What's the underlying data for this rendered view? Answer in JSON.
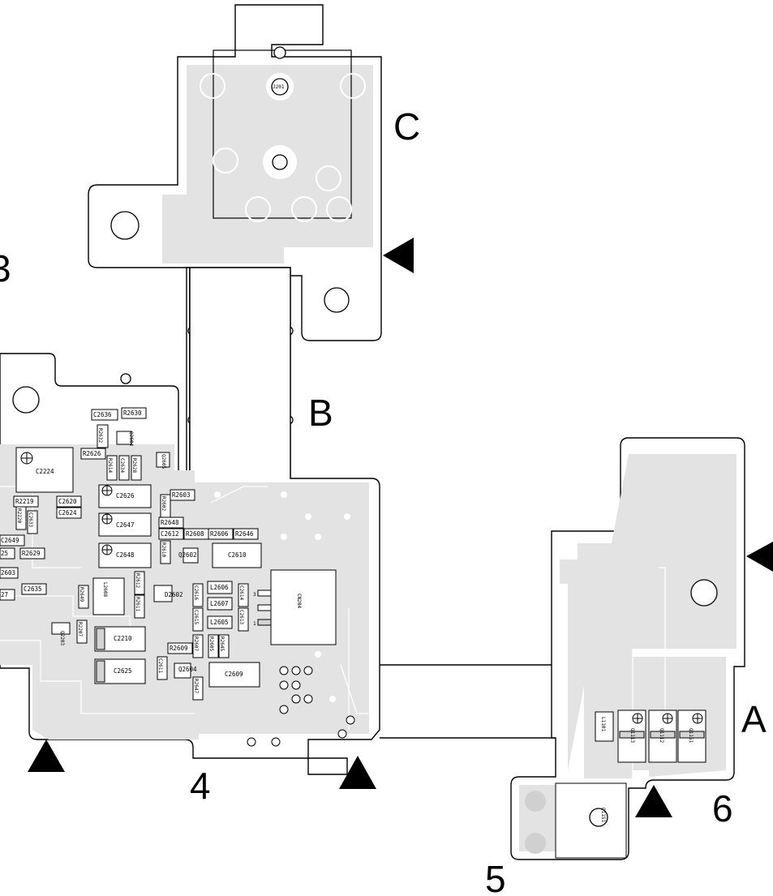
{
  "section_labels": {
    "c": "C",
    "b": "B",
    "a": "A",
    "b_partial": "3",
    "n4": "4",
    "n5": "5",
    "n6": "6"
  },
  "components": {
    "J201": "J201",
    "C2636": "C2636",
    "R2630": "R2630",
    "R2632": "R2632",
    "Q2604": "Q2604",
    "R2626": "R2626",
    "R2614": "R2614",
    "C2634": "C2634",
    "R2628": "R2628",
    "Q2605": "Q2605",
    "C2224": "C2224",
    "C2626": "C2626",
    "R2603": "R2603",
    "R2602": "R2602",
    "R2219": "R2219",
    "R2220": "R2220",
    "C2633": "C2633",
    "C2620": "C2620",
    "C2624": "C2624",
    "C2647": "C2647",
    "R2648": "R2648",
    "C2612": "C2612",
    "R2608": "R2608",
    "R2606": "R2606",
    "R2646": "R2646",
    "C2649": "C2649",
    "R25": "25",
    "R2629": "R2629",
    "C2648": "C2648",
    "R2610": "R2610",
    "Q2602": "Q2602",
    "C2610": "C2610",
    "Q2603": "2603",
    "C2635": "C2635",
    "R27": "27",
    "R2649": "R2649",
    "L2608": "L2608",
    "R2612": "R2612",
    "R2611": "R2611",
    "D2602": "D2602",
    "C2616": "C2616",
    "L2606": "L2606",
    "C2614": "C2614",
    "C2613": "C2613",
    "L2607": "L2607",
    "C2615": "C2615",
    "L2605": "L2605",
    "CN204": "CN204",
    "Q2203": "Q2203",
    "R2207": "R2207",
    "C2210": "C2210",
    "R2609": "R2609",
    "R2607": "R2607",
    "R2605": "R2605",
    "R2645": "R2645",
    "C2625": "C2625",
    "C2611": "C2611",
    "Q2604b": "Q2604",
    "C2609": "C2609",
    "R2647": "R2647",
    "L1101": "L1101",
    "Q1113": "Q1113",
    "Q1112": "Q1112",
    "Q1151": "Q1151",
    "Q1151b": "Q1151",
    "pin3": "3",
    "pin1": "1"
  }
}
